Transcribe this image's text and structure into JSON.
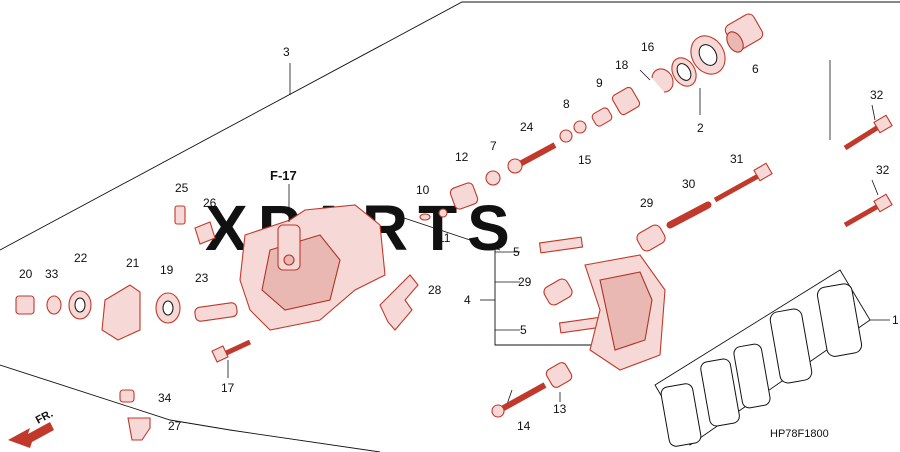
{
  "diagram": {
    "ref_label": "F-17",
    "drawing_code": "HP78F1800",
    "watermark": "XPARTS",
    "direction_label": "FR.",
    "part_numbers": [
      "1",
      "2",
      "3",
      "4",
      "5",
      "5",
      "6",
      "7",
      "8",
      "9",
      "10",
      "11",
      "12",
      "13",
      "14",
      "15",
      "16",
      "17",
      "18",
      "19",
      "20",
      "21",
      "22",
      "23",
      "24",
      "25",
      "26",
      "27",
      "28",
      "29",
      "29",
      "30",
      "31",
      "32",
      "32",
      "33",
      "34"
    ]
  }
}
